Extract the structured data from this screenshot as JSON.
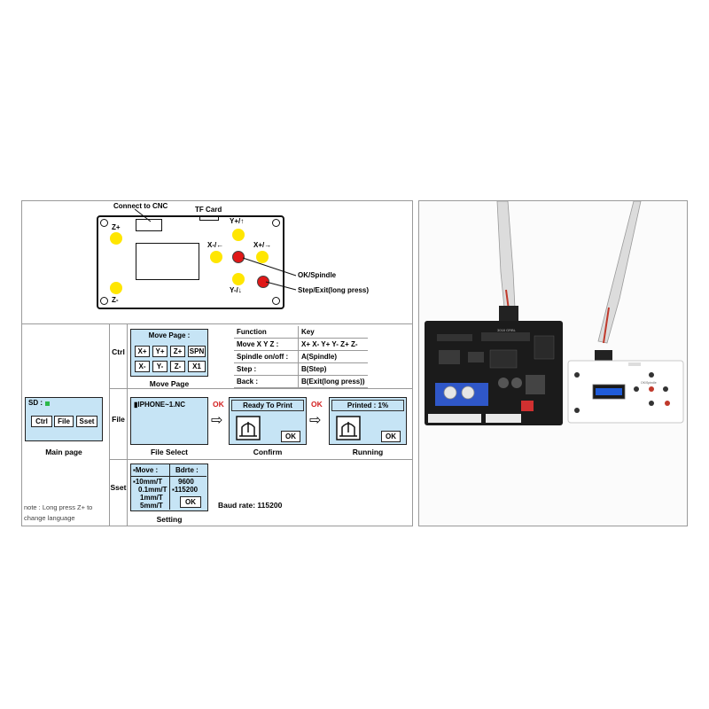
{
  "board": {
    "connect_label": "Connect to CNC",
    "tf_label": "TF Card",
    "z_plus": "Z+",
    "z_minus": "Z-",
    "y_plus": "Y+/↑",
    "y_minus": "Y-/↓",
    "x_minus": "X-/←",
    "x_plus": "X+/→",
    "ok_spindle": "OK/Spindle",
    "step_exit": "Step/Exit(long press)"
  },
  "main": {
    "sd_label": "SD :",
    "buttons": [
      "Ctrl",
      "File",
      "Sset"
    ],
    "caption": "Main page",
    "note": "note : Long press Z+ to change language"
  },
  "ctrl": {
    "label": "Ctrl",
    "move_title": "Move Page :",
    "keys": [
      "X+",
      "Y+",
      "Z+",
      "SPN",
      "X-",
      "Y-",
      "Z-",
      "X1"
    ],
    "caption": "Move Page",
    "table_header": [
      "Function",
      "Key"
    ],
    "table_rows": [
      [
        "Move X Y Z :",
        "X+  X-  Y+  Y-  Z+  Z-"
      ],
      [
        "Spindle on/off :",
        "A(Spindle)"
      ],
      [
        "Step :",
        "B(Step)"
      ],
      [
        "Back :",
        "B(Exit(long press))"
      ]
    ]
  },
  "file": {
    "label": "File",
    "filename": "IPHONE~1.NC",
    "select_caption": "File Select",
    "ok_arrow": "OK",
    "confirm_title": "Ready To Print",
    "confirm_ok": "OK",
    "confirm_caption": "Confirm",
    "running_title": "Printed : 1%",
    "running_ok": "OK",
    "running_caption": "Running",
    "arrow_glyph": "⇨"
  },
  "sset": {
    "label": "Sset",
    "move_header": "Move :",
    "baud_header": "Bdrte :",
    "steps": [
      "10mm/T",
      "0.1mm/T",
      "1mm/T",
      "5mm/T"
    ],
    "bauds": [
      "9600",
      "115200"
    ],
    "ok": "OK",
    "caption": "Setting",
    "baud_note": "Baud rate: 115200"
  },
  "photo": {
    "board_marking": "3018 GRBL",
    "panel_marking": "OK/Spindle"
  },
  "colors": {
    "screen_bg": "#c6e4f5",
    "yellow_button": "#ffe600",
    "red_button": "#e01818",
    "ok_text": "#d32020"
  }
}
